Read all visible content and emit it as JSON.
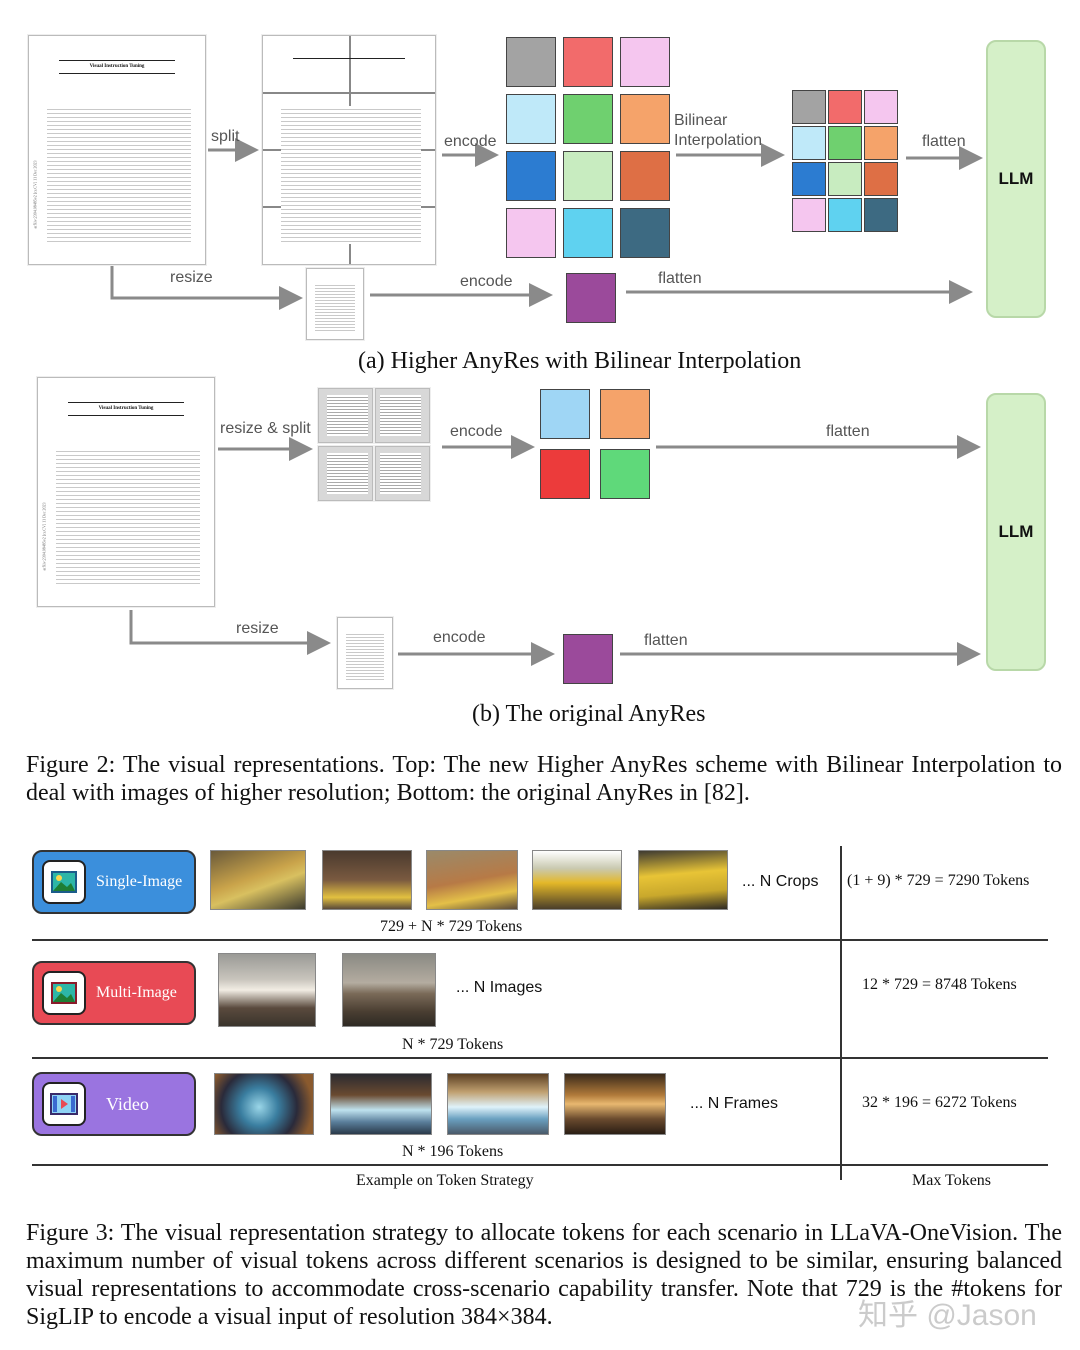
{
  "fig_a": {
    "labels": {
      "split": "split",
      "encode_top": "encode",
      "bilinear": "Bilinear\nInterpolation",
      "flatten_top": "flatten",
      "resize": "resize",
      "encode_bottom": "encode",
      "flatten_bottom": "flatten",
      "llm": "LLM"
    },
    "caption": "(a) Higher AnyRes with Bilinear Interpolation",
    "grid_colors": [
      "#a3a3a3",
      "#f26b6b",
      "#f5c6ef",
      "#bfe9f9",
      "#6fd06f",
      "#f5a36a",
      "#2c7cd1",
      "#c8ecc0",
      "#de6f45",
      "#f5c6ef",
      "#5fd2f0",
      "#3d6a82"
    ],
    "small_grid_colors": [
      "#a3a3a3",
      "#f26b6b",
      "#f5c6ef",
      "#bfe9f9",
      "#6fd06f",
      "#f5a36a",
      "#2c7cd1",
      "#c8ecc0",
      "#de6f45",
      "#f5c6ef",
      "#5fd2f0",
      "#3d6a82"
    ],
    "global_color": "#9b4a9b"
  },
  "fig_b": {
    "labels": {
      "resize_split": "resize & split",
      "encode_top": "encode",
      "flatten_top": "flatten",
      "resize": "resize",
      "encode_bottom": "encode",
      "flatten_bottom": "flatten",
      "llm": "LLM"
    },
    "caption": "(b) The original AnyRes",
    "grid_colors": [
      "#9fd6f5",
      "#f5a36a",
      "#ec3b3b",
      "#5fd97a"
    ],
    "global_color": "#9b4a9b"
  },
  "doc": {
    "title": "Visual Instruction Tuning",
    "side_text": "arXiv:2304.08485v2 [cs.CV] 11 Dec 2023"
  },
  "figure2_caption": "Figure 2: The visual representations. Top: The new Higher AnyRes scheme with Bilinear Interpolation to deal with images of higher resolution; Bottom: the original AnyRes in [82].",
  "figure3": {
    "rows": [
      {
        "label": "Single-Image",
        "color": "#3b8fdc",
        "icon": "image-icon",
        "more": "... N Crops",
        "tokens": "729 + N * 729 Tokens",
        "max": "(1 + 9) * 729 = 7290 Tokens"
      },
      {
        "label": "Multi-Image",
        "color": "#e84a55",
        "icon": "image-icon",
        "more": "... N Images",
        "tokens": "N * 729 Tokens",
        "max": "12 * 729 = 8748 Tokens"
      },
      {
        "label": "Video",
        "color": "#9a74e0",
        "icon": "film-icon",
        "more": "... N Frames",
        "tokens": "N * 196 Tokens",
        "max": "32 * 196 = 6272 Tokens"
      }
    ],
    "footer_left": "Example on Token Strategy",
    "footer_right": "Max Tokens"
  },
  "figure3_caption": "Figure 3: The visual representation strategy to allocate tokens for each scenario in LLaVA-OneVision. The maximum number of visual tokens across different scenarios is designed to be similar, ensuring balanced visual representations to accommodate cross-scenario capability transfer. Note that 729 is the #tokens for SigLIP to encode a visual input of resolution 384×384.",
  "watermark": "知乎 @Jason"
}
